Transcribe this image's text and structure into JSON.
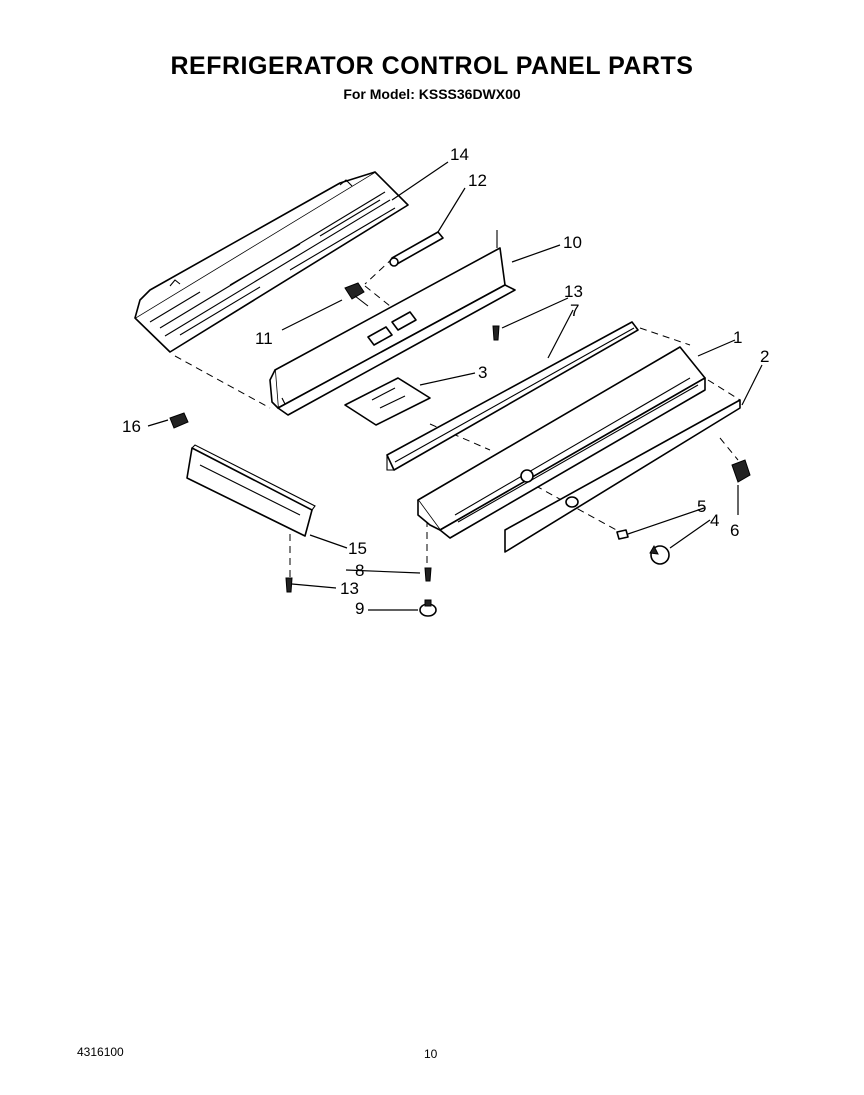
{
  "header": {
    "title": "REFRIGERATOR CONTROL PANEL PARTS",
    "subtitle": "For Model: KSSS36DWX00"
  },
  "callouts": [
    {
      "id": "1",
      "text": "1"
    },
    {
      "id": "2",
      "text": "2"
    },
    {
      "id": "3",
      "text": "3"
    },
    {
      "id": "4",
      "text": "4"
    },
    {
      "id": "5",
      "text": "5"
    },
    {
      "id": "6",
      "text": "6"
    },
    {
      "id": "7",
      "text": "7"
    },
    {
      "id": "8",
      "text": "8"
    },
    {
      "id": "9",
      "text": "9"
    },
    {
      "id": "10",
      "text": "10"
    },
    {
      "id": "11",
      "text": "11"
    },
    {
      "id": "12",
      "text": "12"
    },
    {
      "id": "13a",
      "text": "13"
    },
    {
      "id": "13b",
      "text": "13"
    },
    {
      "id": "14",
      "text": "14"
    },
    {
      "id": "15",
      "text": "15"
    },
    {
      "id": "16",
      "text": "16"
    }
  ],
  "footer": {
    "doc_number": "4316100",
    "page_number": "10"
  }
}
